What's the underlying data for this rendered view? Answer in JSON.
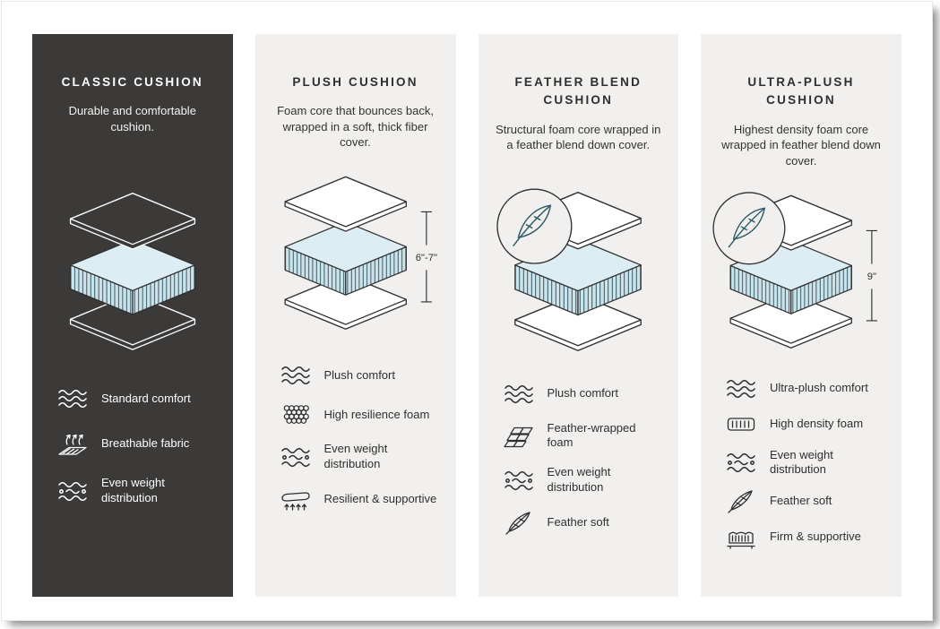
{
  "columns": [
    {
      "title": "CLASSIC CUSHION",
      "description": "Durable and comfortable cushion.",
      "theme": "dark",
      "measurement": null,
      "feather_badge": false,
      "features": [
        {
          "icon": "comfort-waves-icon",
          "label": "Standard comfort"
        },
        {
          "icon": "breathable-fabric-icon",
          "label": "Breathable fabric"
        },
        {
          "icon": "even-weight-distribution-icon",
          "label": "Even weight distribution"
        }
      ]
    },
    {
      "title": "PLUSH CUSHION",
      "description": "Foam core that bounces back, wrapped in a soft, thick fiber cover.",
      "theme": "light",
      "measurement": "6\"-7\"",
      "feather_badge": false,
      "features": [
        {
          "icon": "comfort-waves-icon",
          "label": "Plush comfort"
        },
        {
          "icon": "high-resilience-foam-icon",
          "label": "High resilience foam"
        },
        {
          "icon": "even-weight-distribution-icon",
          "label": "Even weight distribution"
        },
        {
          "icon": "resilient-supportive-icon",
          "label": "Resilient & supportive"
        }
      ]
    },
    {
      "title": "FEATHER BLEND CUSHION",
      "description": "Structural foam core wrapped in a feather blend down cover.",
      "theme": "light",
      "measurement": null,
      "feather_badge": true,
      "features": [
        {
          "icon": "comfort-waves-icon",
          "label": "Plush comfort"
        },
        {
          "icon": "feather-wrapped-foam-icon",
          "label": "Feather-wrapped foam"
        },
        {
          "icon": "even-weight-distribution-icon",
          "label": "Even weight distribution"
        },
        {
          "icon": "feather-icon",
          "label": "Feather soft"
        }
      ]
    },
    {
      "title": "ULTRA-PLUSH CUSHION",
      "description": "Highest density foam core wrapped in feather blend down cover.",
      "theme": "light",
      "measurement": "9\"",
      "feather_badge": true,
      "features": [
        {
          "icon": "comfort-waves-icon",
          "label": "Ultra-plush comfort"
        },
        {
          "icon": "high-density-foam-icon",
          "label": "High density foam"
        },
        {
          "icon": "even-weight-distribution-icon",
          "label": "Even weight distribution"
        },
        {
          "icon": "feather-icon",
          "label": "Feather soft"
        },
        {
          "icon": "firm-supportive-icon",
          "label": "Firm & supportive"
        }
      ]
    }
  ],
  "colors": {
    "dark_panel": "#3b3a39",
    "light_panel": "#f1f0ee",
    "foam_top": "#dcedf3",
    "foam_side": "#c7e5ee",
    "line_dark": "#2f2f2f",
    "feather_stroke": "#2c5a66"
  }
}
